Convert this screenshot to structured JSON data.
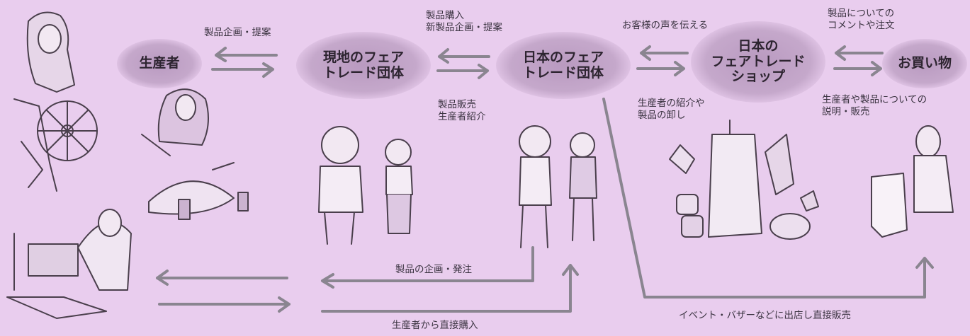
{
  "nodes": {
    "producer": "生産者",
    "local_org": "現地のフェア\nトレード団体",
    "japan_org": "日本のフェア\nトレード団体",
    "shop": "日本の\nフェアトレード\nショップ",
    "customer": "お買い物"
  },
  "labels": {
    "product_planning_proposal": "製品企画・提案",
    "purchase_new_product": "製品購入\n新製品企画・提案",
    "convey_customer_voice": "お客様の声を伝える",
    "comments_orders": "製品についての\nコメントや注文",
    "sales_producer_intro": "製品販売\n生産者紹介",
    "producer_intro_wholesale": "生産者の紹介や\n製品の卸し",
    "explanation_sales": "生産者や製品についての\n説明・販売",
    "planning_order": "製品の企画・発注",
    "direct_purchase": "生産者から直接購入",
    "event_direct_sales": "イベント・バザーなどに出店し直接販売"
  },
  "colors": {
    "background": "#e9cdee",
    "node_fill": "#bfa1c6",
    "arrow_gray": "#8a8590",
    "text": "#2d2430"
  }
}
